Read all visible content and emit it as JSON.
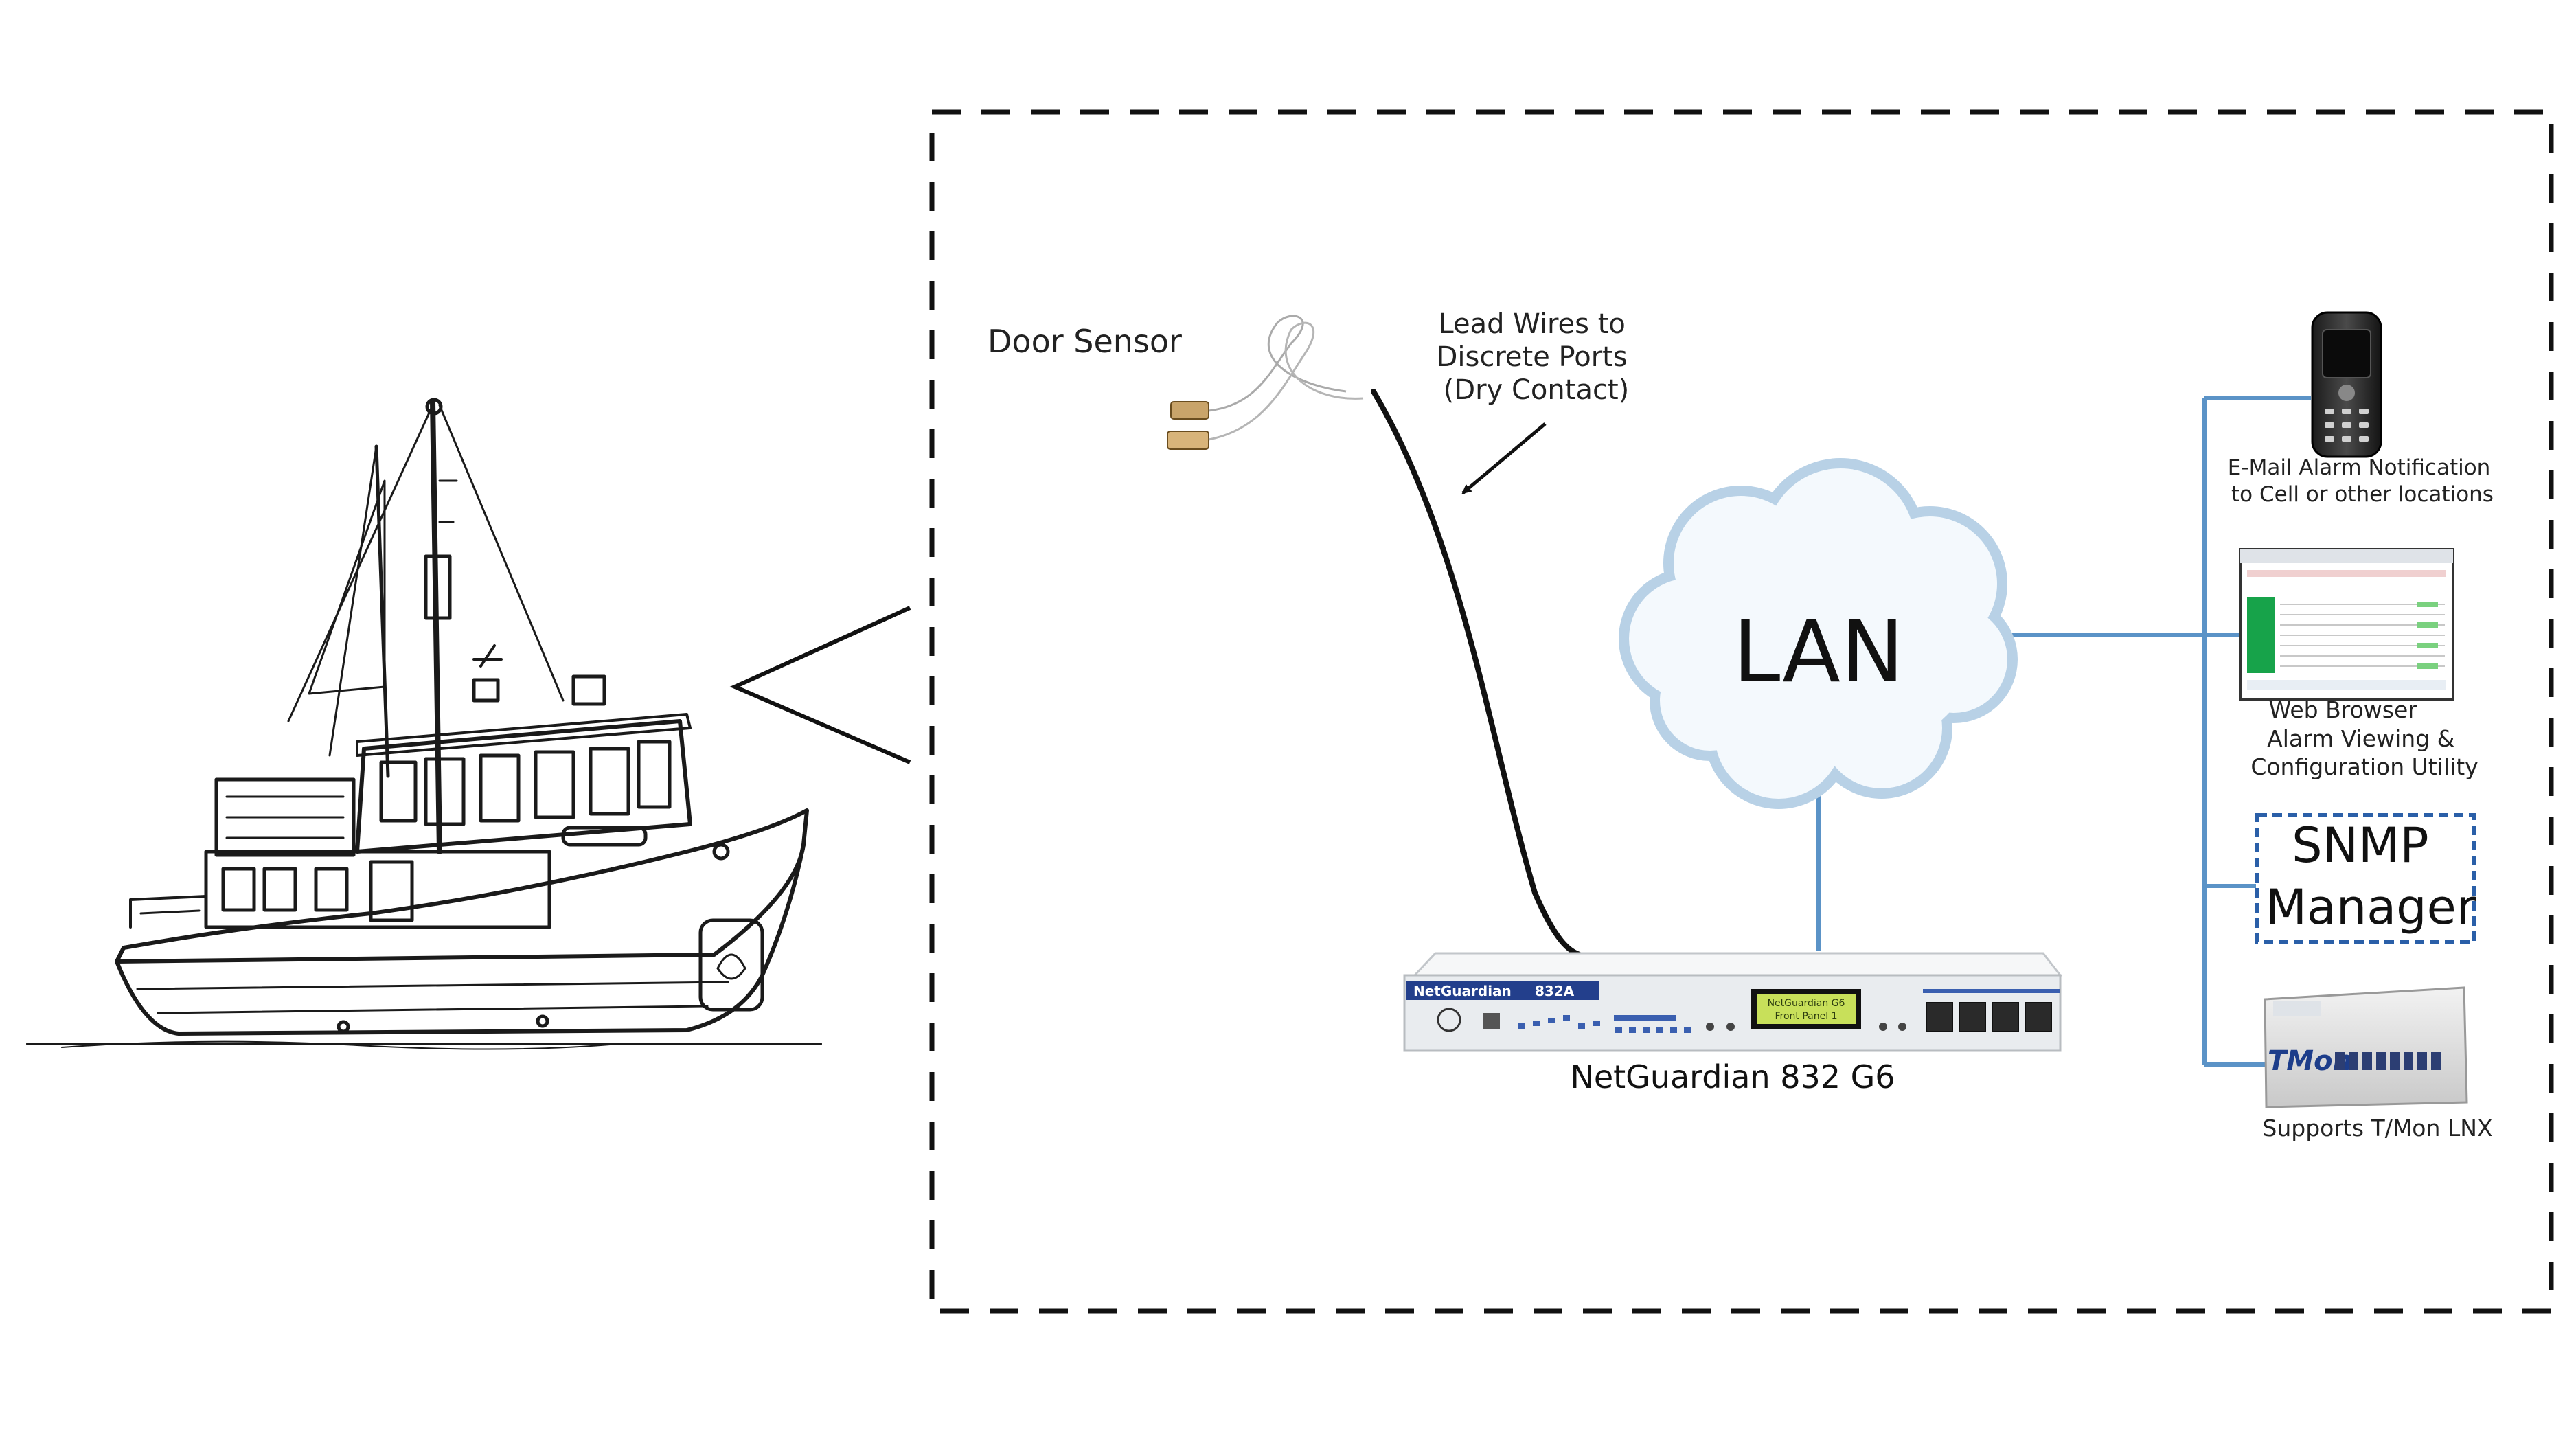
{
  "labels": {
    "door_sensor": "Door Sensor",
    "lead_wires": [
      "Lead Wires  to",
      "Discrete Ports",
      "(Dry Contact)"
    ],
    "lan": "LAN",
    "device": "NetGuardian 832 G6",
    "device_front_brand": "NetGuardian",
    "device_front_model": "832A",
    "device_lcd": [
      "NetGuardian G6",
      "Front Panel 1"
    ],
    "email": [
      "E-Mail Alarm Notification",
      "to Cell or other locations"
    ],
    "web_browser": [
      "Web Browser",
      "Alarm Viewing &",
      "Configuration Utility"
    ],
    "snmp": [
      "SNMP",
      "Manager"
    ],
    "tmon_logo": "TMon",
    "tmon_caption": "Supports T/Mon LNX"
  },
  "colors": {
    "connector": "#5b93c7",
    "snmp_border": "#2a5fa8",
    "device_body": "#e9ecef",
    "device_brand_bar": "#233f8c",
    "lcd_bg": "#c8e05a",
    "dashes": "#111111"
  }
}
